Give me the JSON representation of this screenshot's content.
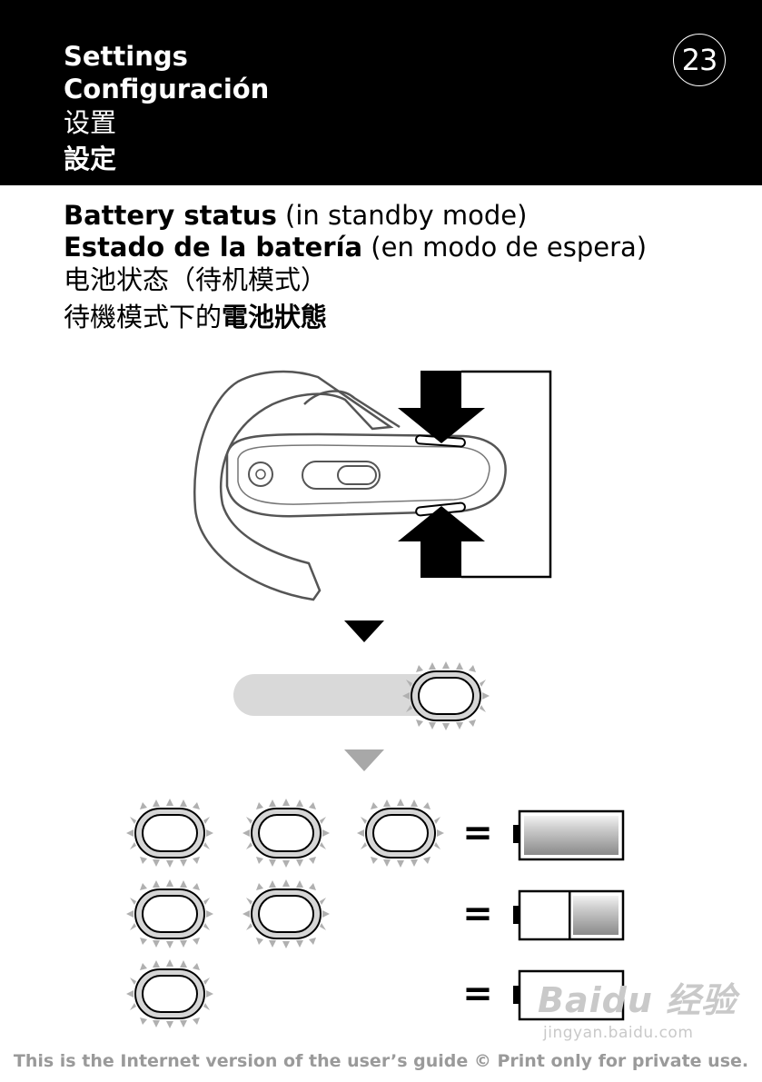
{
  "header": {
    "titles": [
      "Settings",
      "Configuración",
      "设置",
      "設定"
    ],
    "page_number": "23"
  },
  "section": {
    "en_bold": "Battery status",
    "en_rest": " (in standby mode)",
    "es_bold": "Estado de la batería",
    "es_rest": " (en modo de espera)",
    "zh_cn": "电池状态（待机模式）",
    "zh_tw_normal": "待機模式下的",
    "zh_tw_bold": "電池狀態"
  },
  "battery_levels": [
    {
      "blinks": 3,
      "symbol": "=",
      "charge": "full"
    },
    {
      "blinks": 2,
      "symbol": "=",
      "charge": "half"
    },
    {
      "blinks": 1,
      "symbol": "=",
      "charge": "low"
    }
  ],
  "footer": {
    "text": "This is the Internet version of the user’s guide © Print only for private use."
  },
  "watermark": {
    "main": "Baidu 经验",
    "sub": "jingyan.baidu.com"
  },
  "colors": {
    "header_bg": "#000000",
    "footer_text": "#9a9a9a",
    "light_gray": "#d9d9d9"
  }
}
